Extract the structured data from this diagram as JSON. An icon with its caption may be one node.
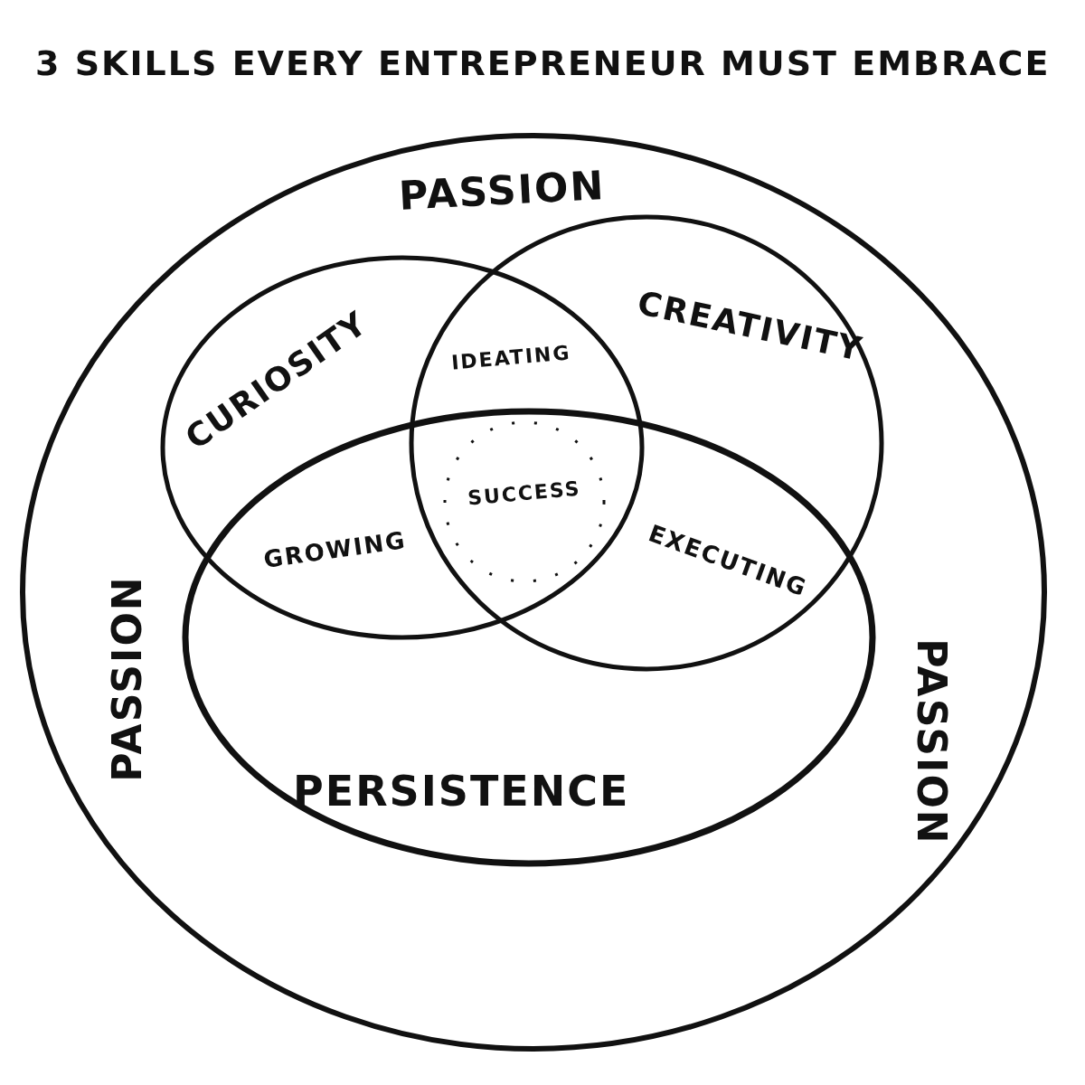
{
  "diagram": {
    "title": "3 SKILLS EVERY ENTREPRENEUR MUST EMBRACE",
    "nodes": [
      {
        "text": [
          "PASSION",
          "PASSION",
          "PASSION"
        ]
      },
      {
        "text": [
          "CURIOSITY"
        ],
        "in": 0
      },
      {
        "text": [
          "CREATIVITY"
        ],
        "in": 0
      },
      {
        "text": [
          "PERSISTENCE"
        ],
        "in": 0
      }
    ],
    "labels": [
      "IDEATING",
      "SUCCESS",
      "EXECUTING",
      "GROWING"
    ]
  }
}
